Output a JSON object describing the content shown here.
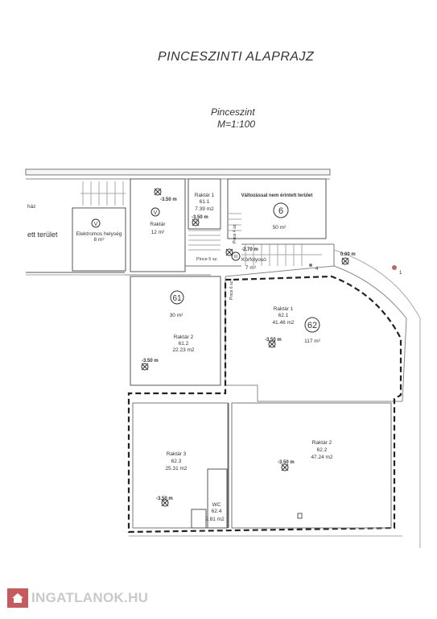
{
  "title": "PINCESZINTI ALAPRAJZ",
  "subtitle_line1": "Pinceszint",
  "subtitle_line2": "M=1:100",
  "labels": {
    "haz": "ház",
    "terulet": "ett terület",
    "elektro_name": "Elektromos helység",
    "elektro_area": "8 m²",
    "elektro_marker": "V",
    "raktar_top_name": "Raktár",
    "raktar_top_area": "12 m²",
    "raktar_top_marker": "V",
    "level_1": "-3.50 m",
    "raktar1_611_name": "Raktár 1",
    "raktar1_611_num": "61.1",
    "raktar1_611_area": "7.39 m2",
    "level_2": "-3.50 m",
    "valtozas": "Változással nem érintett terület",
    "zone6_marker": "6",
    "zone6_area": "50 m²",
    "level_3": "-2.70 m",
    "level_4": "0.00 m",
    "korfolyoso_marker": "III",
    "korfolyoso_name": "Körfolyosó",
    "korfolyoso_area": "7 m²",
    "pince5": "Pince 5 sz.",
    "pince4": "Pince 4 sz.",
    "pince6": "Pince 6 sz.",
    "pt4": "4",
    "pt1": "1",
    "zone61_marker": "61",
    "zone61_area": "30 m²",
    "raktar2_612_name": "Raktár 2",
    "raktar2_612_num": "61.2",
    "raktar2_612_area": "22.23 m2",
    "level_5": "-3.50 m",
    "raktar1_621_name": "Raktár 1",
    "raktar1_621_num": "62.1",
    "raktar1_621_area": "41.46 m2",
    "level_6": "-3.50 m",
    "zone62_marker": "62",
    "zone62_area": "117 m²",
    "raktar3_623_name": "Raktár 3",
    "raktar3_623_num": "62.3",
    "raktar3_623_area": "25.31 m2",
    "level_7": "-3.50 m",
    "raktar2_622_name": "Raktár 2",
    "raktar2_622_num": "62.2",
    "raktar2_622_area": "47.24 m2",
    "level_8": "-3.50 m",
    "wc_name": "WC",
    "wc_num": "62.4",
    "wc_area": "2.81 m2"
  },
  "watermark": {
    "text": "INGATLANOK.HU",
    "icon": "house-icon",
    "accent": "#c85a5e"
  }
}
